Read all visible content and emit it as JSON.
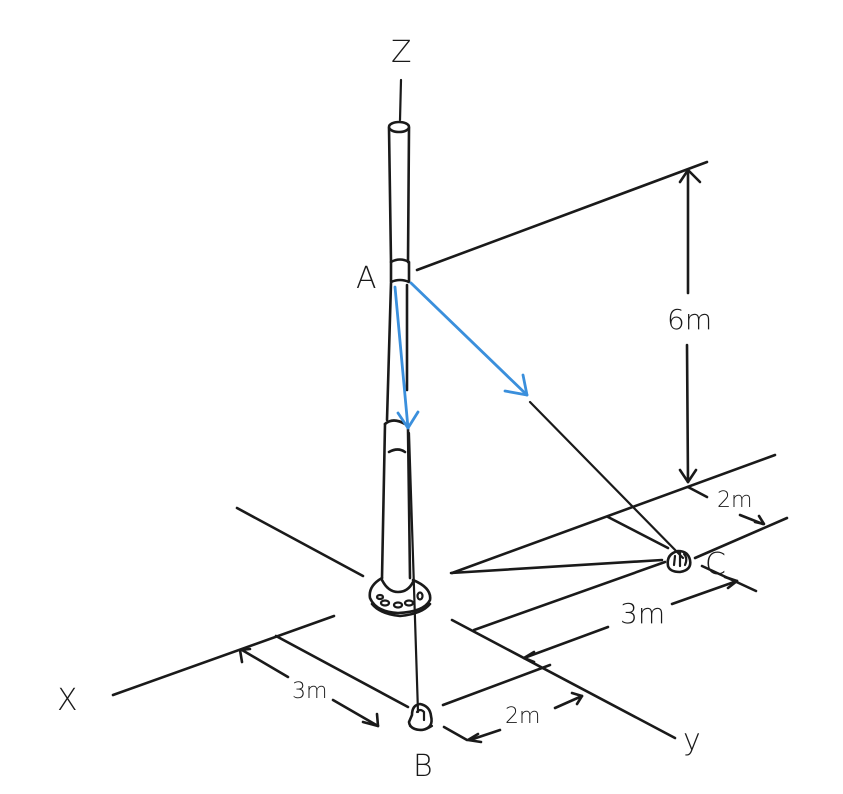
{
  "diagram": {
    "type": "3D statics free-body sketch: pole with two guy cables",
    "axes": {
      "x": "X",
      "y": "y",
      "z": "Z"
    },
    "points": {
      "A": "A",
      "B": "B",
      "C": "C"
    },
    "dimensions": {
      "height_A": "6m",
      "B_along_x": "3m",
      "B_along_y": "2m",
      "C_along_y": "3m",
      "C_offset_x": "2m"
    },
    "colors": {
      "ink": "#1a1a1a",
      "force_vectors": "#3a8fdc",
      "background": "#ffffff"
    },
    "force_vectors": [
      {
        "from": "A",
        "toward": "B",
        "color": "blue"
      },
      {
        "from": "A",
        "toward": "C",
        "color": "blue"
      }
    ]
  }
}
